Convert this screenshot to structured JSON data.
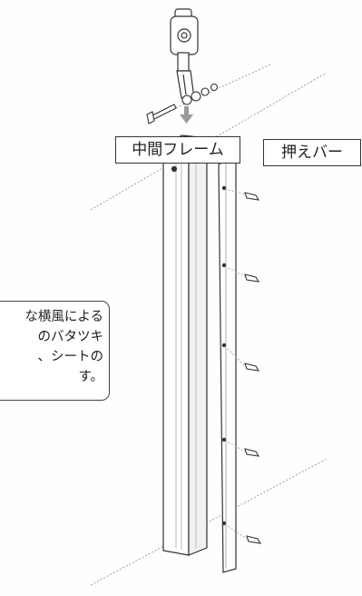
{
  "labels": {
    "middle_frame": "中間フレーム",
    "press_bar": "押えバー"
  },
  "note": {
    "lines": [
      "な横風による",
      "のバタツキ",
      "、シートの",
      "す。"
    ]
  },
  "icons": [
    "hanger-bracket-icon",
    "bolt-icon",
    "screw-icon",
    "arrow-down-icon"
  ],
  "colors": {
    "line": "#444444",
    "fill": "#ffffff",
    "arrow": "#9a9a9a"
  }
}
